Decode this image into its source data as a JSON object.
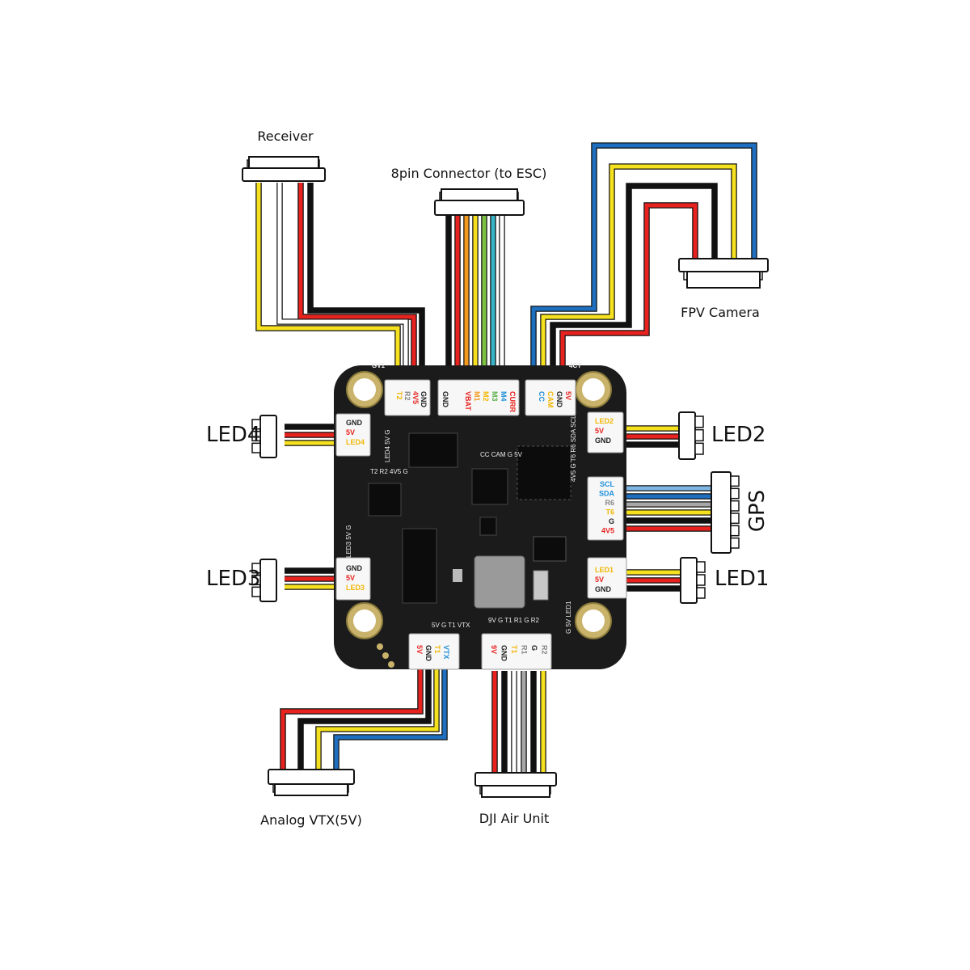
{
  "labels": {
    "receiver": "Receiver",
    "esc": "8pin Connector (to ESC)",
    "fpv_camera": "FPV Camera",
    "led1": "LED1",
    "led2": "LED2",
    "led3": "LED3",
    "led4": "LED4",
    "gps": "GPS",
    "analog_vtx": "Analog VTX(5V)",
    "dji_air_unit": "DJI Air Unit"
  },
  "board": {
    "corner_tl": "GV1",
    "corner_tr": "4CT",
    "receiver_pins": [
      "GND",
      "4V5",
      "R2",
      "T2"
    ],
    "esc_pins_top": [
      "CURR",
      "M4",
      "M3",
      "M2",
      "M1",
      "VBAT"
    ],
    "esc_pins_bottom": [
      "GND"
    ],
    "camera_pins": [
      "5V",
      "GND",
      "CAM",
      "CC"
    ],
    "led2_pins": [
      "LED2",
      "5V",
      "GND"
    ],
    "led4_pins": [
      "GND",
      "5V",
      "LED4"
    ],
    "gps_pins": [
      "SCL",
      "SDA",
      "R6",
      "T6",
      "G",
      "4V5"
    ],
    "led1_pins": [
      "LED1",
      "5V",
      "GND"
    ],
    "led3_pins": [
      "GND",
      "5V",
      "LED3"
    ],
    "vtx_pins": [
      "5V",
      "GND",
      "T1",
      "VTX"
    ],
    "dji_pins": [
      "9V",
      "GND",
      "T1",
      "R1",
      "G",
      "R2"
    ],
    "silk": {
      "cam": "CC CAM G 5V",
      "rx": "T2 R2 4V5 G",
      "led4": "LED4 5V G",
      "led3": "LED3 5V G",
      "gps": "4V5 G T6 R6 SDA SCL",
      "vtx": "5V G T1 VTX",
      "dji": "9V G T1 R1 G R2",
      "led1": "G 5V LED1"
    }
  },
  "colors": {
    "board": "#1b1b1b",
    "wire_red": "#e8231f",
    "wire_black": "#111111",
    "wire_yellow": "#f5e11e",
    "wire_blue": "#1f6fc0",
    "wire_white": "#ffffff",
    "wire_orange": "#f39a1e",
    "wire_green": "#7cc142",
    "wire_teal": "#38b4c8",
    "wire_gray": "#a7a7a7",
    "wire_lightblue": "#7fb6e4",
    "pin_red": "#e8231f",
    "pin_yellow": "#f2b705",
    "pin_blue": "#1d8fd8",
    "pin_orange": "#f39a1e",
    "pin_green": "#5bb14a",
    "pin_gray": "#888888",
    "pin_black": "#222222"
  }
}
